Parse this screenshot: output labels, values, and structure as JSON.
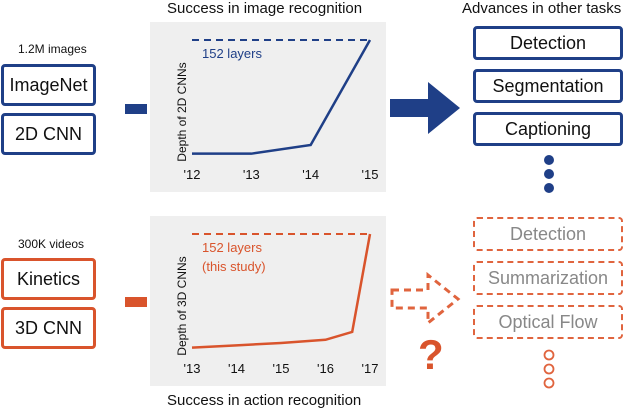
{
  "colors": {
    "blue": "#1f3f87",
    "orange": "#d9542c",
    "orange_light": "#e0643e",
    "panel_bg": "#efefef"
  },
  "top": {
    "dataset_size": "1.2M images",
    "dataset": "ImageNet",
    "model": "2D CNN",
    "chart_title": "Success in image recognition",
    "tasks_title": "Advances in other tasks",
    "tasks": [
      "Detection",
      "Segmentation",
      "Captioning"
    ]
  },
  "bottom": {
    "dataset_size": "300K videos",
    "dataset": "Kinetics",
    "model": "3D CNN",
    "chart_title": "Success in action recognition",
    "tasks": [
      "Detection",
      "Summarization",
      "Optical Flow"
    ],
    "question_mark": "?"
  },
  "chart_data": [
    {
      "type": "line",
      "ylabel": "Depth of 2D CNNs",
      "annotation": "152 layers",
      "x_ticks": [
        "'12",
        "'13",
        "'14",
        "'15"
      ],
      "x": [
        2012,
        2013,
        2014,
        2015
      ],
      "y": [
        8,
        8,
        19,
        152
      ],
      "ylim": [
        0,
        152
      ],
      "series_color": "#1f3f87"
    },
    {
      "type": "line",
      "ylabel": "Depth of 3D CNNs",
      "annotation": "152 layers",
      "annotation_note": "(this study)",
      "x_ticks": [
        "'13",
        "'14",
        "'15",
        "'16",
        "'17"
      ],
      "x": [
        2013,
        2014,
        2015,
        2016,
        2016.6,
        2017
      ],
      "y": [
        8,
        11,
        14,
        18,
        28,
        152
      ],
      "ylim": [
        0,
        152
      ],
      "series_color": "#d9542c"
    }
  ]
}
